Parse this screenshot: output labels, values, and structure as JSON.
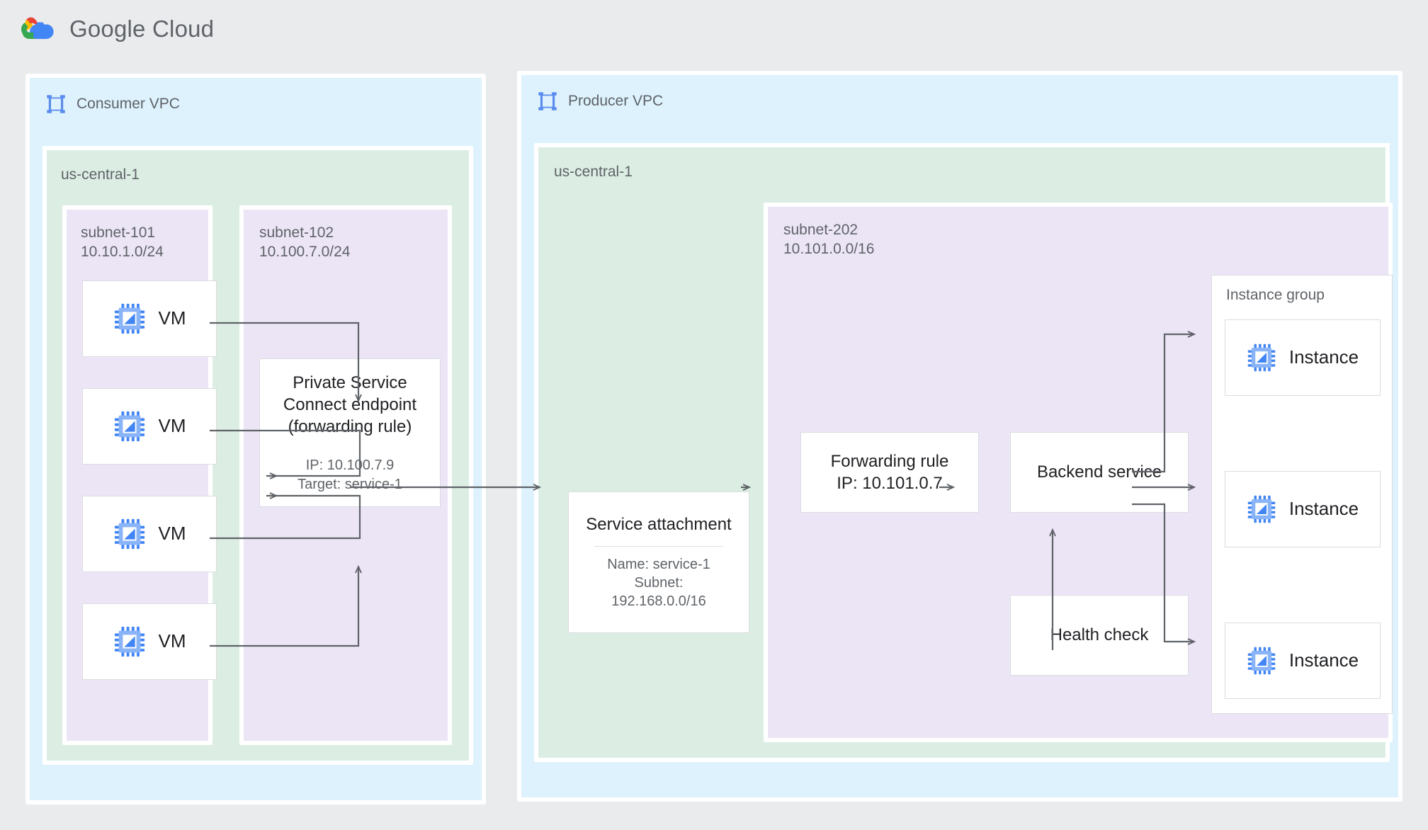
{
  "header": {
    "logo_icon": "google-cloud-logo",
    "brand_google": "Google",
    "brand_cloud": "Cloud",
    "wordmark": "Google Cloud"
  },
  "colors": {
    "page_background": "#e9ebed",
    "vpc_fill": "#ddf2fd",
    "region_fill": "#dceee4",
    "subnet_fill": "#ece5f6",
    "node_fill": "#ffffff",
    "node_border": "#dadce0",
    "connector": "#5f6368",
    "label_text": "#5f6368",
    "node_text": "#202124",
    "icon_blue": "#4285f4",
    "logo_red": "#ea4335",
    "logo_yellow": "#fbbc04",
    "logo_green": "#34a853",
    "logo_blue": "#4285f4"
  },
  "consumer": {
    "vpc_label": "Consumer VPC",
    "vpc_icon": "vpc-network-icon",
    "region_label": "us-central-1",
    "subnets": [
      {
        "name": "subnet-101",
        "cidr": "10.10.1.0/24",
        "label": "subnet-101\n10.10.1.0/24"
      },
      {
        "name": "subnet-102",
        "cidr": "10.100.7.0/24",
        "label": "subnet-102\n10.100.7.0/24"
      }
    ],
    "vms": [
      {
        "label": "VM",
        "icon": "vm-instance-icon"
      },
      {
        "label": "VM",
        "icon": "vm-instance-icon"
      },
      {
        "label": "VM",
        "icon": "vm-instance-icon"
      },
      {
        "label": "VM",
        "icon": "vm-instance-icon"
      }
    ],
    "psc_endpoint": {
      "title": "Private Service\nConnect endpoint\n(forwarding rule)",
      "meta": "IP: 10.100.7.9\nTarget: service-1",
      "ip": "10.100.7.9",
      "target": "service-1"
    }
  },
  "producer": {
    "vpc_label": "Producer VPC",
    "vpc_icon": "vpc-network-icon",
    "region_label": "us-central-1",
    "service_attachment": {
      "title": "Service attachment",
      "meta": "Name: service-1\nSubnet:\n192.168.0.0/16",
      "name": "service-1",
      "subnet": "192.168.0.0/16"
    },
    "subnet": {
      "name": "subnet-202",
      "cidr": "10.101.0.0/16",
      "label": "subnet-202\n10.101.0.0/16"
    },
    "forwarding_rule": {
      "title": "Forwarding rule\nIP: 10.101.0.7",
      "ip": "10.101.0.7"
    },
    "backend_service": {
      "title": "Backend service"
    },
    "health_check": {
      "title": "Health check"
    },
    "instance_group": {
      "label": "Instance group",
      "instances": [
        {
          "label": "Instance",
          "icon": "vm-instance-icon"
        },
        {
          "label": "Instance",
          "icon": "vm-instance-icon"
        },
        {
          "label": "Instance",
          "icon": "vm-instance-icon"
        }
      ]
    }
  }
}
